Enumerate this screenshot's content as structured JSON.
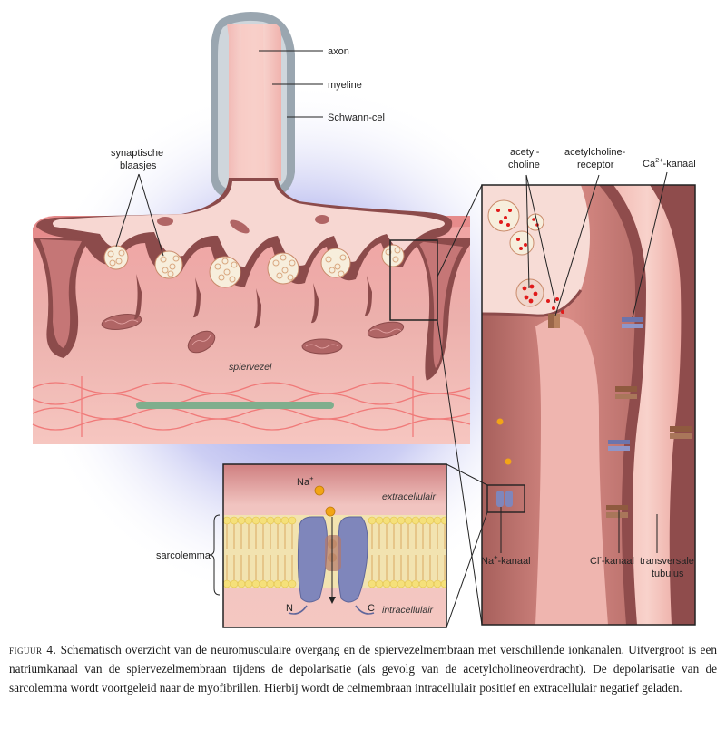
{
  "labels": {
    "axon": "axon",
    "myeline": "myeline",
    "schwann": "Schwann-cel",
    "synaptic_1": "synaptische",
    "synaptic_2": "blaasjes",
    "ach_1": "acetyl-",
    "ach_2": "choline",
    "achr_1": "acetylcholine-",
    "achr_2": "receptor",
    "ca_prefix": "Ca",
    "ca_sup": "2+",
    "ca_suffix": "-kanaal",
    "spiervezel": "spiervezel",
    "na_ion": "Na",
    "na_ion_sup": "+",
    "extracellulair": "extracellulair",
    "intracellulair": "intracellulair",
    "sarcolemma": "sarcolemma",
    "n_term": "N",
    "c_term": "C",
    "na_channel_prefix": "Na",
    "na_channel_sup": "+",
    "na_channel_suffix": "-kanaal",
    "cl_channel_prefix": "Cl",
    "cl_channel_sup": "-",
    "cl_channel_suffix": "-kanaal",
    "tubulus_1": "transversale",
    "tubulus_2": "tubulus"
  },
  "caption": {
    "figure_label": "figuur 4.",
    "text": "Schematisch overzicht van de neuromusculaire overgang en de spiervezelmembraan met verschillende ionkanalen. Uitvergroot is een natriumkanaal van de spiervezelmembraan tijdens de depolarisatie (als gevolg van de acetylcholineoverdracht). De depolarisatie van de sarcolemma wordt voortgeleid naar de myofibrillen. Hierbij wordt de celmembraan intracellulair positief en extracellulair negatief geladen."
  },
  "colors": {
    "halo": "#8a8ee0",
    "muscle": "#e88a8a",
    "terminal": "#f7d7d2",
    "cleft": "#8b4a4a",
    "vesicle": "#f3e7c6",
    "acetylcholine": "#e01b1b",
    "channel_blue": "#7f86bb",
    "channel_brown": "#9a6648",
    "na_ion": "#f2a516",
    "lipid_head": "#f3df7a",
    "rule": "#7fc1b6"
  }
}
